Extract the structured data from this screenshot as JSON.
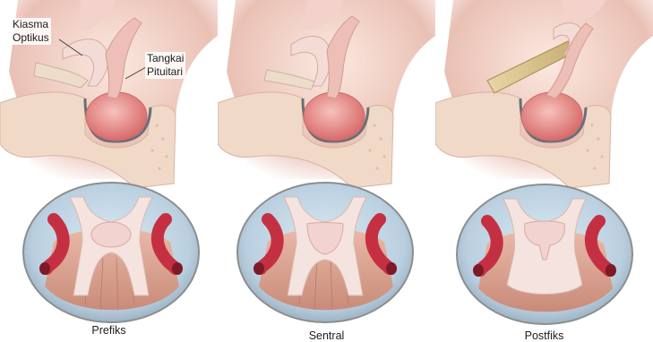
{
  "labels": {
    "optic_chiasm": [
      "Kiasma",
      "Optikus"
    ],
    "pituitary_stalk": [
      "Tangkai",
      "Pituitari"
    ]
  },
  "panels": [
    {
      "caption": "Prefiks"
    },
    {
      "caption": "Sentral"
    },
    {
      "caption": "Postfiks"
    }
  ],
  "colors": {
    "bone": "#f1d9c8",
    "chiasm": "#f3dcd6",
    "gland": "#e88a86",
    "vessel": "#c43042",
    "csf": "#bcd2e4",
    "dura": "#6a6e78"
  }
}
